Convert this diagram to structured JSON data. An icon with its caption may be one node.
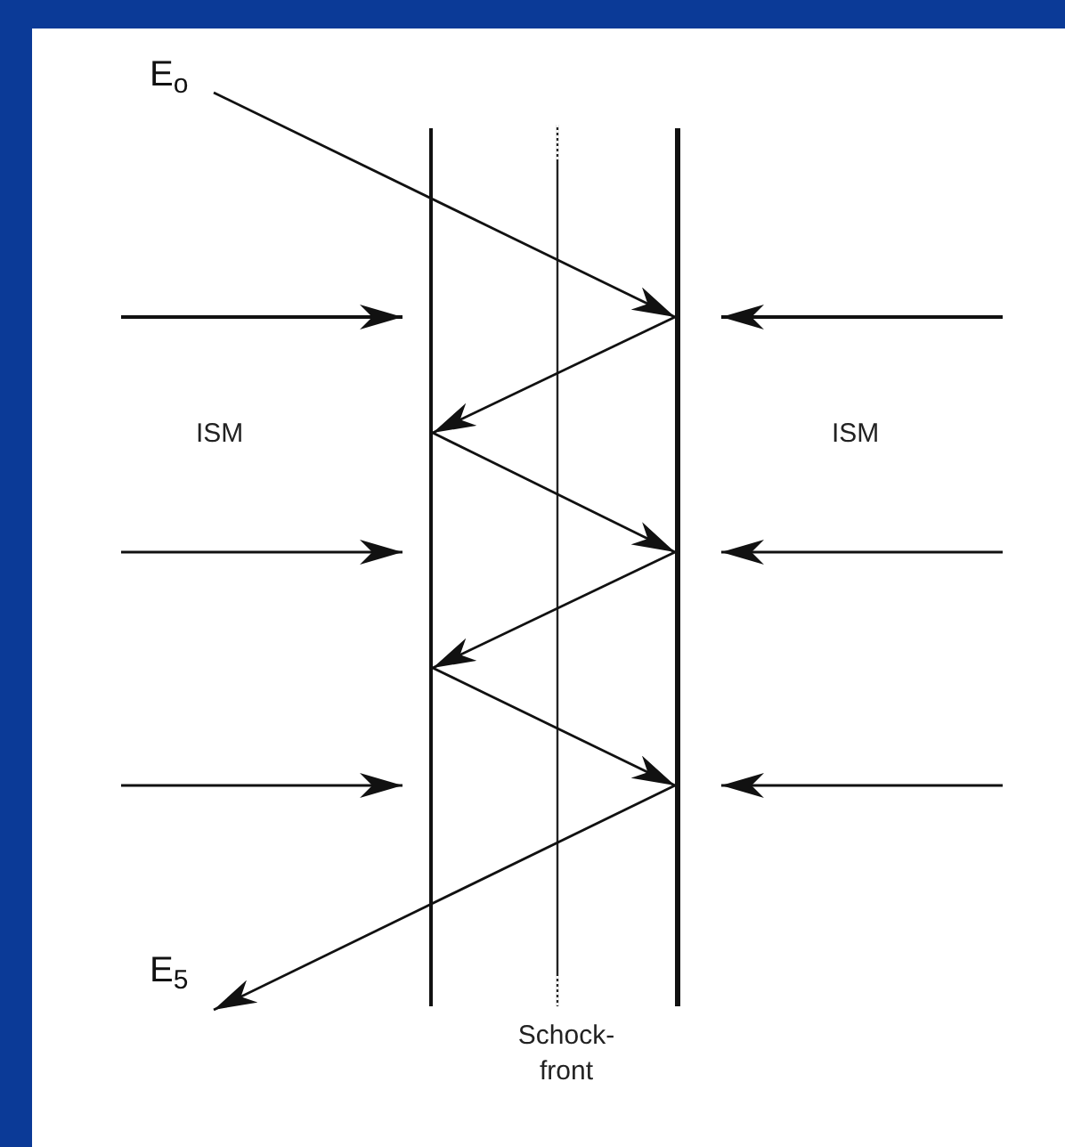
{
  "diagram": {
    "nodes": [
      {
        "text": [
          "E$_{o}$"
        ]
      },
      {
        "text": [],
        "shape": "bar"
      },
      {
        "text": [],
        "shape": "bar"
      },
      {
        "text": [
          "E$_{5}$"
        ]
      }
    ],
    "edges": [
      {
        "from": 0,
        "to": 2,
        "arrow": "to"
      },
      {
        "from": 2,
        "to": 1,
        "arrow": "to"
      },
      {
        "from": 1,
        "to": 2,
        "arrow": "to"
      },
      {
        "from": 2,
        "to": 1,
        "arrow": "to"
      },
      {
        "from": 1,
        "to": 2,
        "arrow": "to"
      },
      {
        "from": 2,
        "to": 3,
        "arrow": "to"
      }
    ],
    "labels": [
      "ISM",
      "ISM",
      "Schock-front"
    ]
  }
}
